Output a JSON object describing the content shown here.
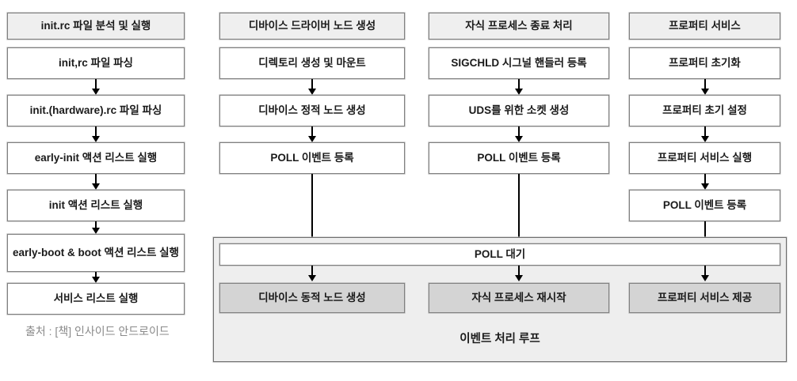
{
  "diagram": {
    "title_text": "",
    "colors": {
      "header_fill": "#efefef",
      "shaded_fill": "#d4d4d4",
      "plain_fill": "#ffffff",
      "border": "#808080",
      "container_fill": "#eeeeee",
      "container_border": "#6e6e6e",
      "arrow": "#000000",
      "caption": "#8a8a8a"
    },
    "columns": [
      {
        "id": "init-rc",
        "header": "init.rc 파일 분석 및 실행",
        "steps": [
          "init,rc 파일 파싱",
          "init.(hardware).rc 파일 파싱",
          "early-init 액션 리스트 실행",
          "init 액션 리스트 실행",
          "early-boot & boot 액션 리스트 실행",
          "서비스 리스트 실행"
        ],
        "loop_step": null
      },
      {
        "id": "device-driver-node",
        "header": "디바이스 드라이버 노드 생성",
        "steps": [
          "디렉토리 생성 및 마운트",
          "디바이스 정적 노드 생성",
          "POLL 이벤트 등록"
        ],
        "loop_step": "디바이스 동적 노드 생성"
      },
      {
        "id": "child-process-exit",
        "header": "자식 프로세스 종료 처리",
        "steps": [
          "SIGCHLD 시그널 핸들러 등록",
          "UDS를 위한 소켓 생성",
          "POLL 이벤트 등록"
        ],
        "loop_step": "자식 프로세스 재시작"
      },
      {
        "id": "property-service",
        "header": "프로퍼티 서비스",
        "steps": [
          "프로퍼티 초기화",
          "프로퍼티 초기 설정",
          "프로퍼티 서비스 실행",
          "POLL 이벤트 등록"
        ],
        "loop_step": "프로퍼티 서비스 제공"
      }
    ],
    "event_loop": {
      "poll_wait_label": "POLL 대기",
      "container_label": "이벤트 처리 루프"
    },
    "source_caption": "출처 : [책] 인사이드 안드로이드"
  }
}
